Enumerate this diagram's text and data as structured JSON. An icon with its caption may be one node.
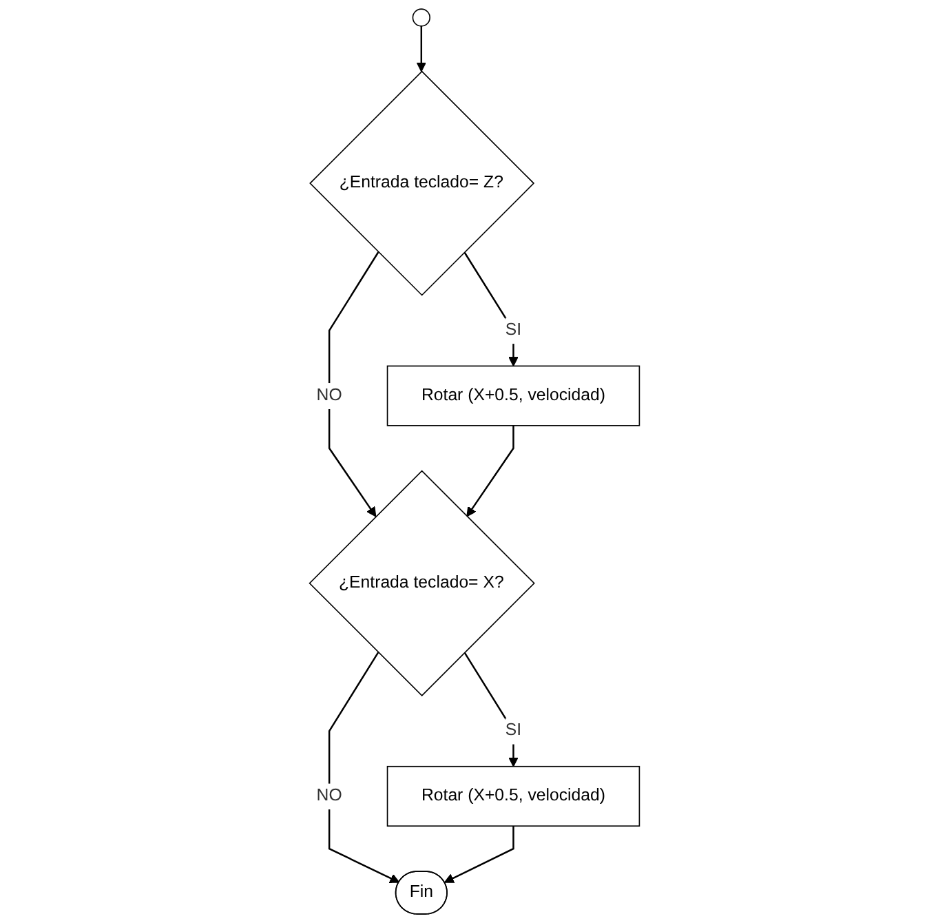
{
  "diagram": {
    "nodes": [
      {
        "text": [],
        "shape": "circle"
      },
      {
        "text": [
          "¿Entrada teclado= Z?"
        ]
      },
      {
        "text": [
          "Rotar (X+0.5, velocidad)"
        ]
      },
      {
        "text": [
          "¿Entrada teclado= X?"
        ]
      },
      {
        "text": [
          "Rotar (X+0.5, velocidad)"
        ]
      },
      {
        "text": [
          "Fin"
        ]
      }
    ],
    "edges": [
      {
        "from": 0,
        "to": 1,
        "arrow": "to"
      },
      {
        "from": 1,
        "to": 2,
        "arrow": "to",
        "label": "SI"
      },
      {
        "from": 1,
        "to": 3,
        "arrow": "to",
        "label": "NO"
      },
      {
        "from": 2,
        "to": 3,
        "arrow": "to"
      },
      {
        "from": 3,
        "to": 4,
        "arrow": "to",
        "label": "SI"
      },
      {
        "from": 3,
        "to": 5,
        "arrow": "to",
        "label": "NO"
      },
      {
        "from": 4,
        "to": 5,
        "arrow": "to"
      }
    ]
  }
}
